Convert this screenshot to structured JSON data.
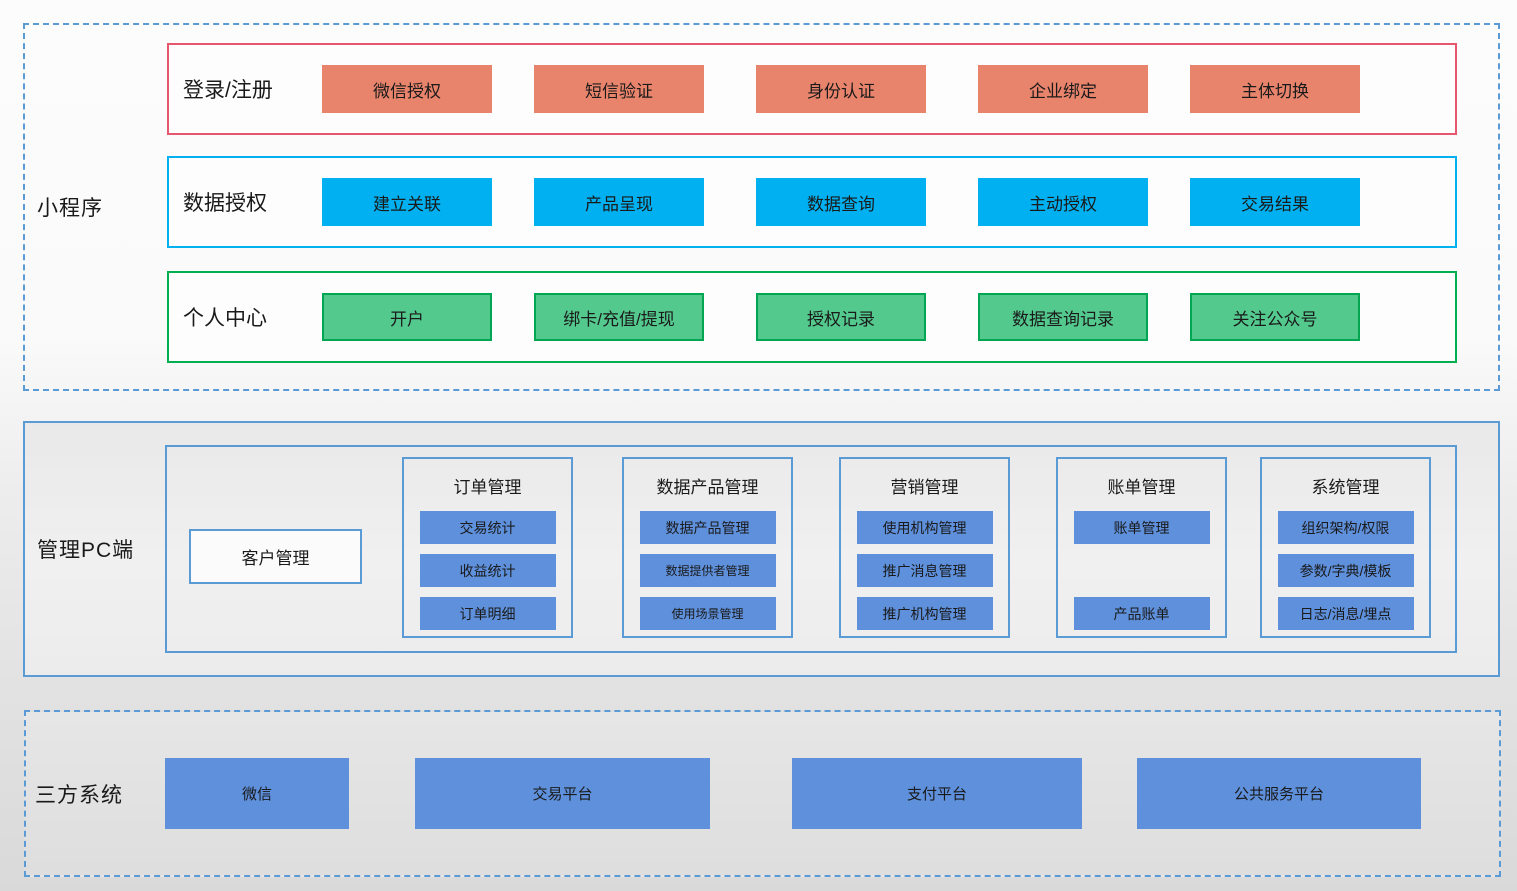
{
  "sections": {
    "mini_program": {
      "label": "小程序",
      "rows": [
        {
          "label": "登录/注册",
          "items": [
            "微信授权",
            "短信验证",
            "身份认证",
            "企业绑定",
            "主体切换"
          ]
        },
        {
          "label": "数据授权",
          "items": [
            "建立关联",
            "产品呈现",
            "数据查询",
            "主动授权",
            "交易结果"
          ]
        },
        {
          "label": "个人中心",
          "items": [
            "开户",
            "绑卡/充值/提现",
            "授权记录",
            "数据查询记录",
            "关注公众号"
          ]
        }
      ]
    },
    "management": {
      "label": "管理PC端",
      "customer_box": "客户管理",
      "panels": [
        {
          "title": "订单管理",
          "items": [
            "交易统计",
            "收益统计",
            "订单明细"
          ]
        },
        {
          "title": "数据产品管理",
          "items": [
            "数据产品管理",
            "数据提供者管理",
            "使用场景管理"
          ]
        },
        {
          "title": "营销管理",
          "items": [
            "使用机构管理",
            "推广消息管理",
            "推广机构管理"
          ]
        },
        {
          "title": "账单管理",
          "items": [
            "账单管理",
            "产品账单"
          ]
        },
        {
          "title": "系统管理",
          "items": [
            "组织架构/权限",
            "参数/字典/模板",
            "日志/消息/埋点"
          ]
        }
      ]
    },
    "third_party": {
      "label": "三方系统",
      "items": [
        "微信",
        "交易平台",
        "支付平台",
        "公共服务平台"
      ]
    }
  },
  "colors": {
    "dashed_border": "#5b9bd5",
    "solid_box_border": "#5b9bd5",
    "login_row_border": "#e7566f",
    "login_chip_fill": "#e9846c",
    "data_auth_accent": "#00b0f0",
    "personal_row_border": "#00b050",
    "personal_chip_fill": "#53c98e",
    "personal_chip_border": "#00a651",
    "pc_chip_fill": "#5e90dc"
  }
}
